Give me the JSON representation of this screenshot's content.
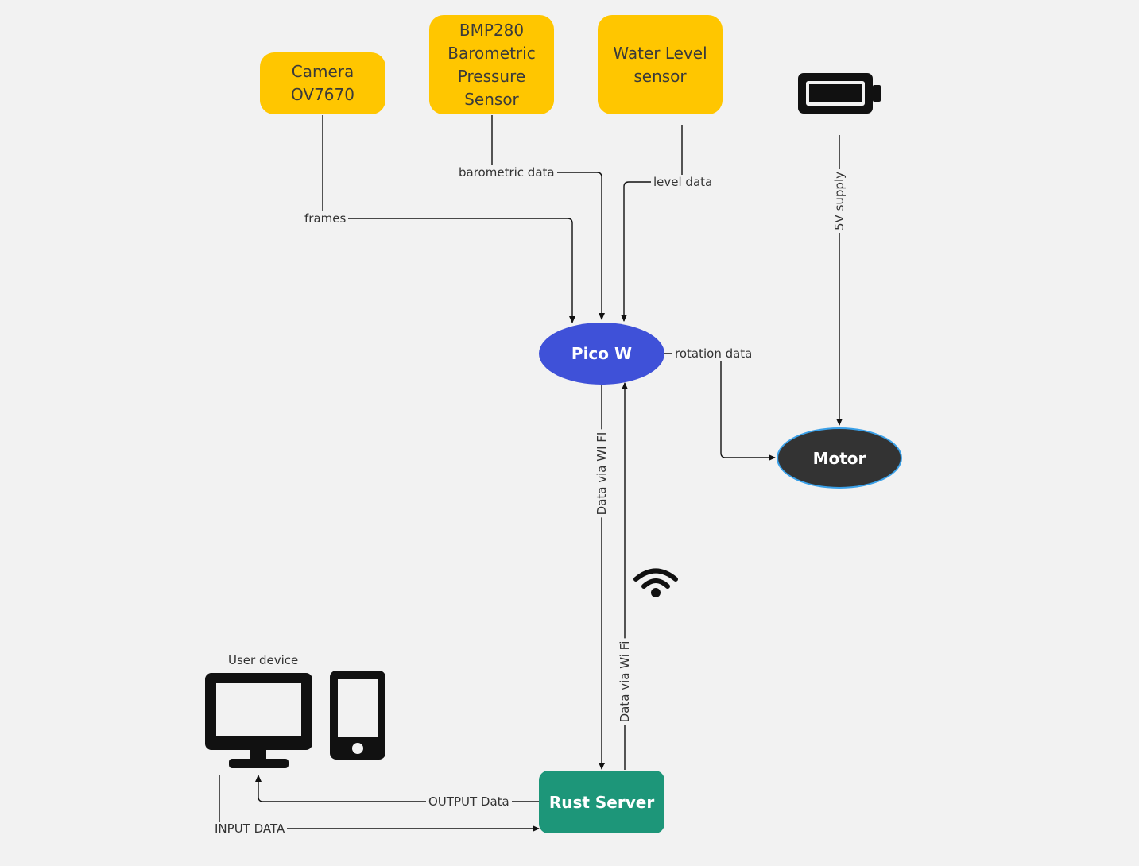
{
  "nodes": {
    "camera": "Camera\nOV7670",
    "bmp280": "BMP280\nBarometric\nPressure\nSensor",
    "water_level": "Water Level\nsensor",
    "pico": "Pico W",
    "motor": "Motor",
    "rust_server": "Rust Server"
  },
  "edges": {
    "frames": "frames",
    "barometric": "barometric data",
    "level": "level data",
    "rotation": "rotation data",
    "supply": "5V supply",
    "wifi_down": "Data via WI FI",
    "wifi_up": "Data via Wi Fi",
    "output": "OUTPUT Data",
    "input": "INPUT DATA"
  },
  "captions": {
    "user_device": "User device"
  },
  "icons": {
    "battery": "battery-icon",
    "wifi": "wifi-icon",
    "monitor": "monitor-icon",
    "phone": "phone-icon"
  },
  "colors": {
    "sensor": "#ffc600",
    "pico": "#3f51d8",
    "motor": "#333333",
    "motor_border": "#3aa0e8",
    "server": "#1d9679",
    "background": "#f2f2f2"
  }
}
